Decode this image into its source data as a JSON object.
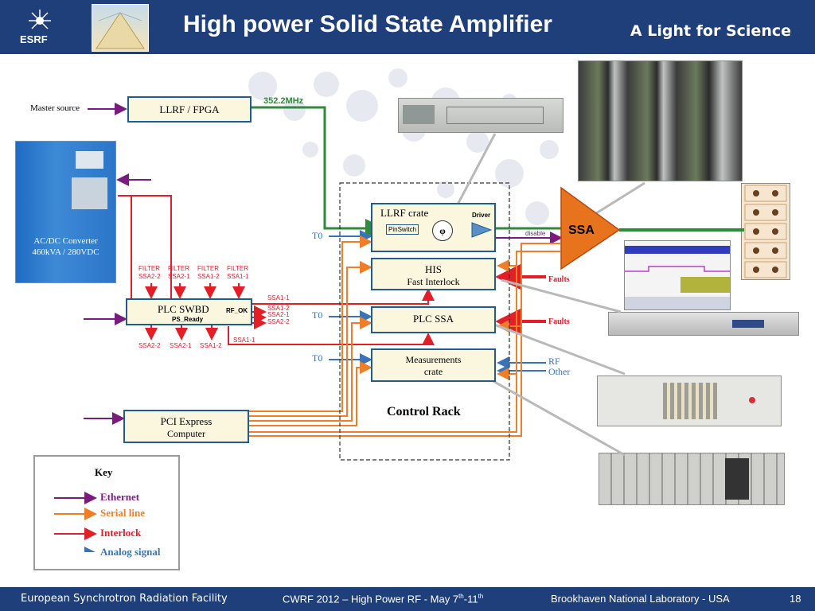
{
  "header": {
    "title": "High power Solid State Amplifier",
    "logo_text": "ESRF",
    "slogan": "A Light for Science"
  },
  "footer": {
    "facility": "European Synchrotron Radiation Facility",
    "conference_prefix": "CWRF 2012 – High Power RF  - May 7",
    "sup1": "th",
    "conference_mid": "-11",
    "sup2": "th",
    "location": "Brookhaven National Laboratory - USA",
    "page": "18"
  },
  "diagram": {
    "master_source": "Master source",
    "llrf_fpga": "LLRF / FPGA",
    "freq": "352.2MHz",
    "acdc_line1": "AC/DC Converter",
    "acdc_line2": "460kVA / 280VDC",
    "filter_labels": [
      {
        "top": "FILTER",
        "bottom": "SSA2-2"
      },
      {
        "top": "FILTER",
        "bottom": "SSA2-1"
      },
      {
        "top": "FILTER",
        "bottom": "SSA1-2"
      },
      {
        "top": "FILTER",
        "bottom": "SSA1-1"
      }
    ],
    "plc_swbd": "PLC SWBD",
    "ps_ready": "PS_Ready",
    "rf_ok": "RF_OK",
    "bottom_ssa": [
      "SSA2-2",
      "SSA2-1",
      "SSA1-2"
    ],
    "right_ssa": [
      "SSA1-1",
      "SSA1-2",
      "SSA2-1",
      "SSA2-2"
    ],
    "ssa11_low": "SSA1-1",
    "t0": "T0",
    "llrf_crate": "LLRF crate",
    "pinswitch": "PinSwitch",
    "phi": "φ",
    "driver": "Driver",
    "disable": "disable",
    "ssa": "SSA",
    "his": "HIS",
    "his_sub": "Fast Interlock",
    "faults": "Faults",
    "plc_ssa": "PLC SSA",
    "measurements_line1": "Measurements",
    "measurements_line2": "crate",
    "rf": "RF",
    "other": "Other",
    "control_rack": "Control Rack",
    "pci_line1": "PCI Express",
    "pci_line2": "Computer"
  },
  "key": {
    "title": "Key",
    "items": [
      {
        "label": "Ethernet",
        "color": "#7a1c7d"
      },
      {
        "label": "Serial line",
        "color": "#f07e26"
      },
      {
        "label": "Interlock",
        "color": "#e41e26"
      },
      {
        "label": "Analog signal",
        "color": "#3a74b8"
      }
    ]
  },
  "colors": {
    "ethernet": "#7a1c7d",
    "serial": "#f07e26",
    "interlock": "#e41e26",
    "analog": "#3a74b8",
    "rf_path": "#2e8b3a",
    "header_bg": "#1f3f7a"
  }
}
